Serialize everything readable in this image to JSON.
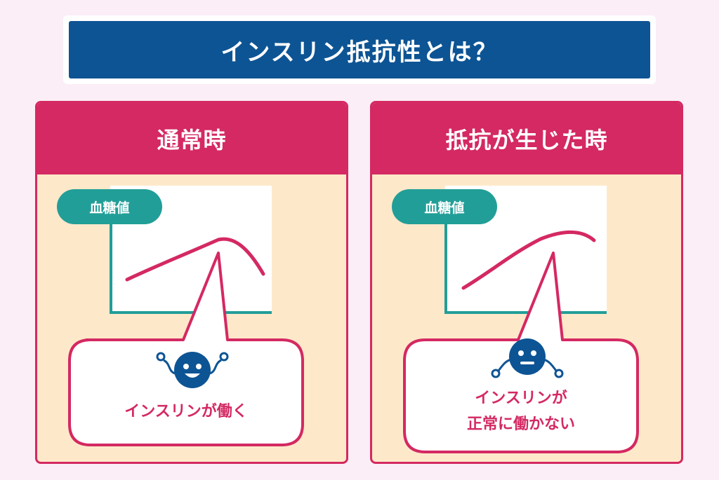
{
  "title": "インスリン抵抗性とは？",
  "colors": {
    "title_bar": "#0d5494",
    "accent": "#d42962",
    "panel_bg": "#fde9ca",
    "label_bg": "#229e98",
    "mascot": "#0d5494"
  },
  "panels": [
    {
      "header": "通常時",
      "graph_label": "血糖値",
      "bubble_lines": [
        "インスリンが働く"
      ],
      "mascot_icon": "smiling-robot-icon"
    },
    {
      "header": "抵抗が生じた時",
      "graph_label": "血糖値",
      "bubble_lines": [
        "インスリンが",
        "正常に働かない"
      ],
      "mascot_icon": "neutral-robot-icon"
    }
  ]
}
